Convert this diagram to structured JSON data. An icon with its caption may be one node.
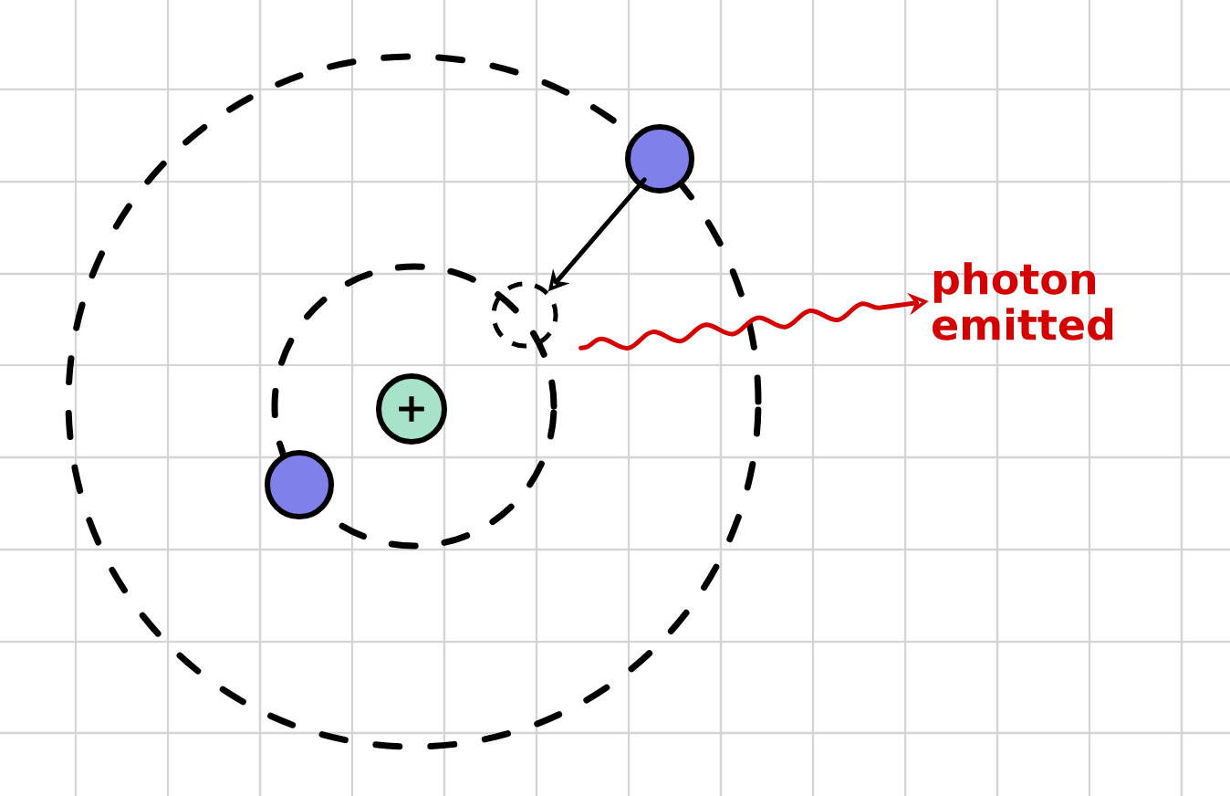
{
  "diagram": {
    "nodes": [
      {
        "text": [],
        "shape": "circle"
      },
      {
        "text": [],
        "shape": "circle"
      },
      {
        "text": [
          "photon emitted"
        ]
      },
      {
        "text": [
          "+"
        ]
      },
      {
        "text": [],
        "shape": "circle"
      }
    ],
    "edges": [
      {
        "from": 0,
        "to": 1,
        "arrow": "to"
      },
      {
        "from": 1,
        "to": 2,
        "arrow": "to",
        "color": "#d40000"
      }
    ]
  }
}
